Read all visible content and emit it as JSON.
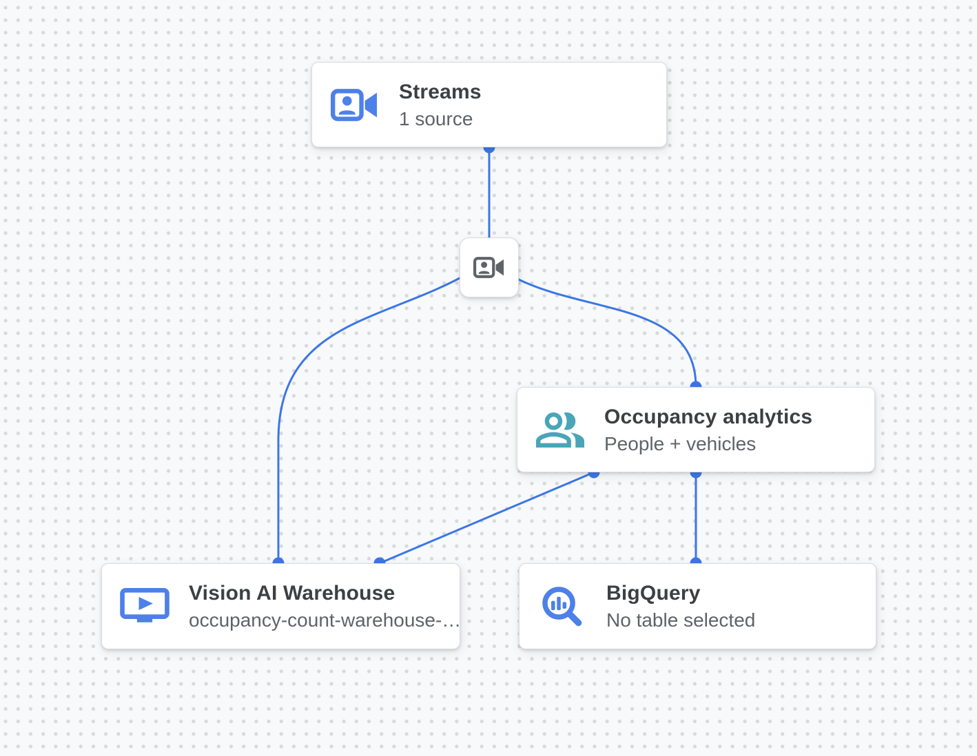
{
  "theme": {
    "edge-color": "#3b76e8",
    "port-color": "#3b76e8",
    "icon-blue": "#4d80e8",
    "icon-teal": "#4aa5b8",
    "icon-gray": "#5f6368",
    "canvas-bg": "#f8f9fa",
    "grid-dot-color": "#d7d9db",
    "card-border": "#dadce0",
    "title-color": "#3c4043",
    "subtitle-color": "#5f6368"
  },
  "nodes": {
    "streams": {
      "title": "Streams",
      "subtitle": "1 source",
      "icon": "video-camera-front-icon"
    },
    "stream_instance": {
      "icon": "video-camera-front-icon"
    },
    "occupancy": {
      "title": "Occupancy analytics",
      "subtitle": "People + vehicles",
      "icon": "people-icon"
    },
    "warehouse": {
      "title": "Vision AI Warehouse",
      "subtitle": "occupancy-count-warehouse-…",
      "icon": "smart-display-icon"
    },
    "bigquery": {
      "title": "BigQuery",
      "subtitle": "No table selected",
      "icon": "search-chart-icon"
    }
  },
  "graph": {
    "edges": [
      {
        "from": "streams",
        "to": "stream_instance"
      },
      {
        "from": "stream_instance",
        "to": "warehouse"
      },
      {
        "from": "stream_instance",
        "to": "occupancy"
      },
      {
        "from": "occupancy",
        "to": "warehouse"
      },
      {
        "from": "occupancy",
        "to": "bigquery"
      }
    ]
  }
}
